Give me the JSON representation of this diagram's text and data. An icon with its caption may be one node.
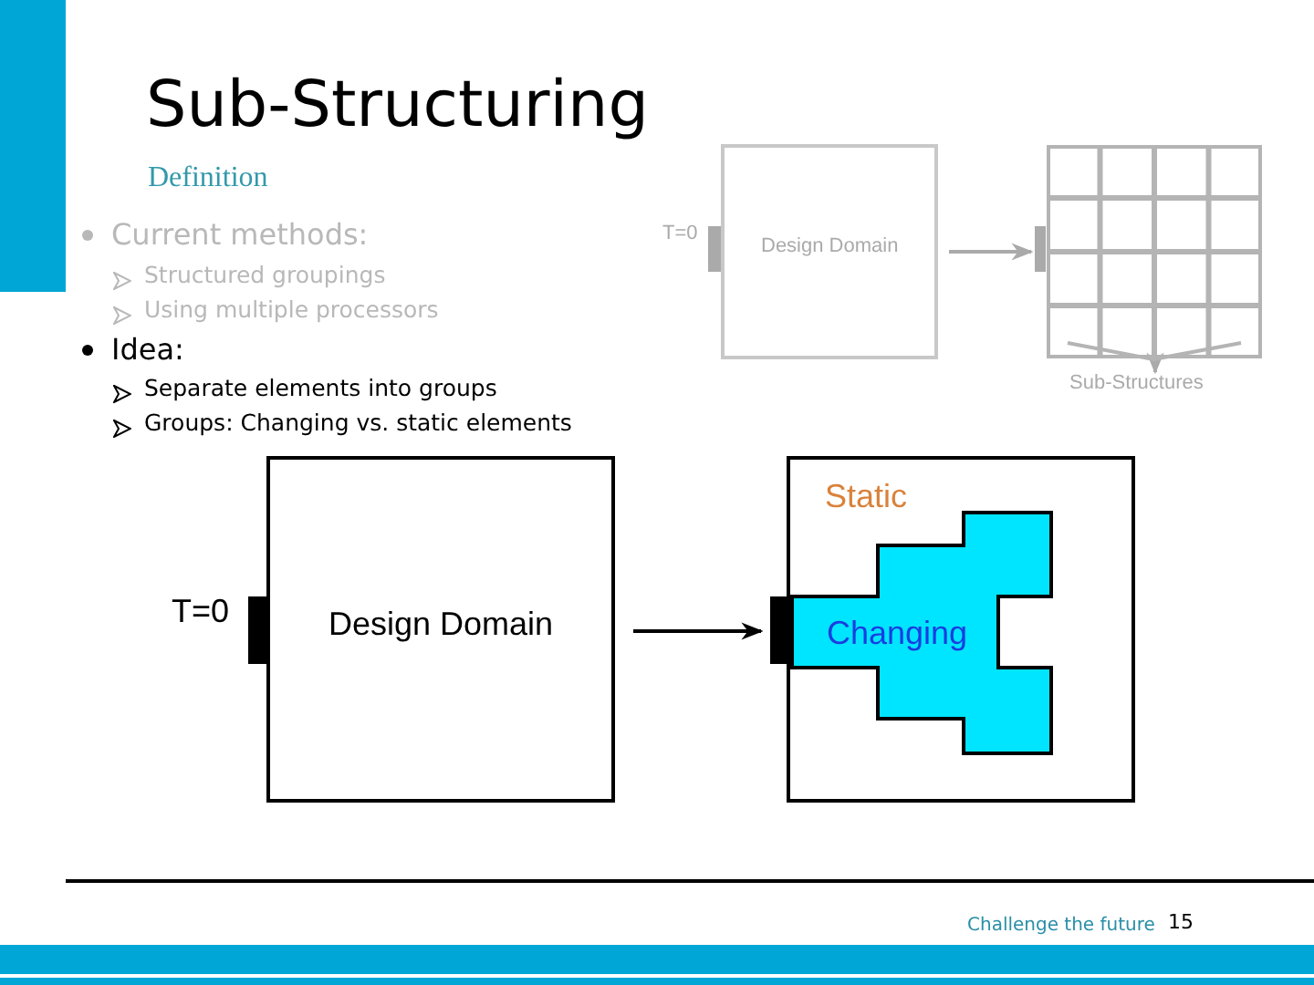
{
  "diagram": {
    "title": "Sub-Structuring",
    "nodes": [
      {
        "text": [
          "Design Domain"
        ],
        "beside": [
          "T=0"
        ]
      },
      {
        "text": [],
        "shape": "box"
      },
      {
        "text": [
          "Sub-Structures"
        ]
      },
      {
        "text": [
          "Design Domain"
        ],
        "beside": [
          "T=0"
        ]
      },
      {
        "text": [
          "Static"
        ]
      },
      {
        "text": [
          "Changing"
        ],
        "in": 4
      }
    ],
    "edges": [
      {
        "from": 0,
        "to": 1,
        "arrow": "to",
        "color": "#aaaaaa"
      },
      {
        "from": 1,
        "to": 2,
        "arrow": "to",
        "color": "#aaaaaa"
      },
      {
        "from": 3,
        "to": 4,
        "arrow": "to",
        "color": "#000000"
      }
    ],
    "labels": [
      "Definition",
      "Current methods:",
      "Structured groupings",
      "Using multiple processors",
      "Idea:",
      "Separate elements into groups",
      "Groups: Changing vs. static elements",
      "Challenge the future",
      "15"
    ]
  }
}
